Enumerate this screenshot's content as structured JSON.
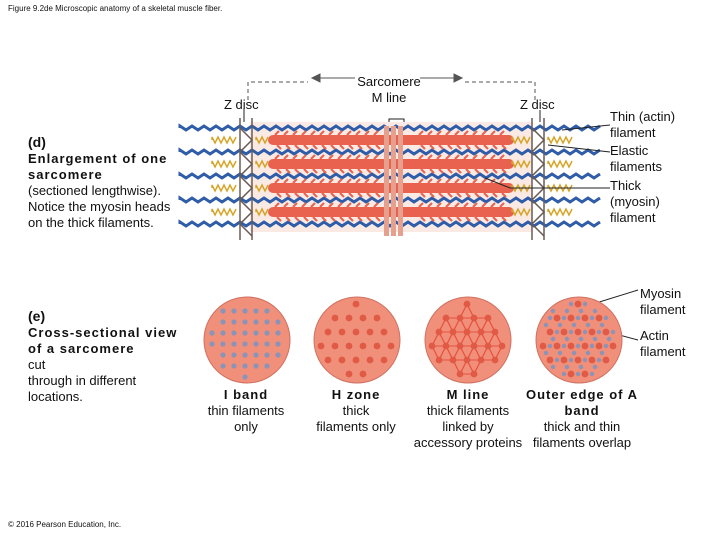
{
  "caption": "Figure 9.2de Microscopic anatomy of a skeletal muscle fiber.",
  "copyright": "© 2016 Pearson Education, Inc.",
  "panel_d": {
    "letter": "(d)",
    "title": "Enlargement of one sarcomere",
    "body": "(sectioned lengthwise). Notice the myosin heads on the thick filaments."
  },
  "panel_e": {
    "letter": "(e)",
    "title": "Cross-sectional view of a sarcomere",
    "body_cut": "cut",
    "body": "through in different locations."
  },
  "labels": {
    "sarcomere": "Sarcomere",
    "m_line_top": "M line",
    "z_disc_left": "Z disc",
    "z_disc_right": "Z disc",
    "thin_filament": "Thin (actin) filament",
    "elastic_filaments": "Elastic filaments",
    "thick_filament": "Thick (myosin) filament",
    "myosin_filament": "Myosin filament",
    "actin_filament": "Actin filament"
  },
  "cross_sections": [
    {
      "title": "I band",
      "text": "thin filaments only"
    },
    {
      "title": "H zone",
      "text": "thick filaments only"
    },
    {
      "title": "M line",
      "text": "thick filaments linked by accessory proteins"
    },
    {
      "title": "Outer edge of A band",
      "text": "thick and thin filaments overlap"
    }
  ],
  "colors": {
    "thick": "#e8624f",
    "thin": "#2f5da8",
    "elastic": "#d4a526",
    "disc_bg": "#f08f7a",
    "myosin_dot": "#e05a45",
    "actin_dot": "#8a93b8"
  }
}
